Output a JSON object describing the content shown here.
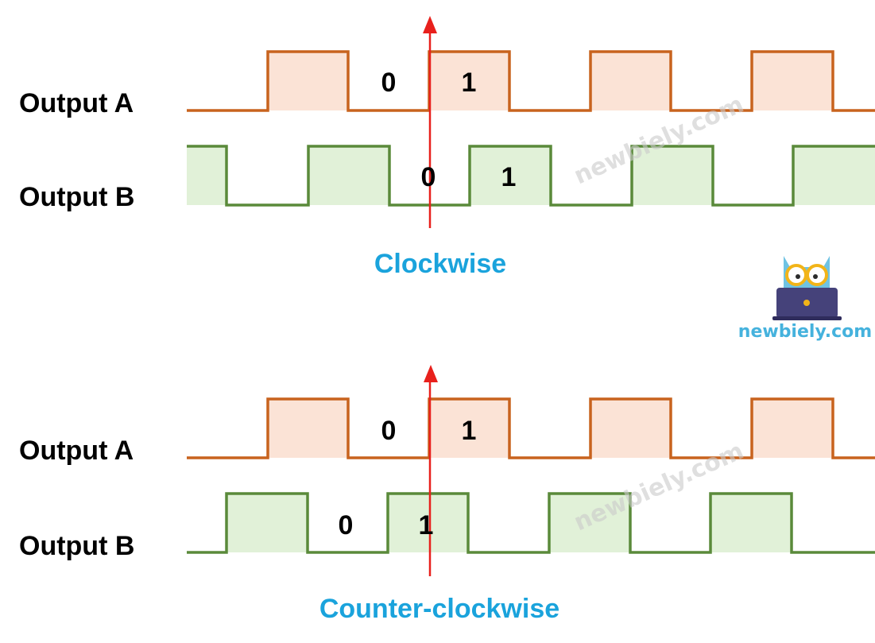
{
  "colors": {
    "output_a_line": "#c8631e",
    "output_a_fill": "#fbe3d6",
    "output_b_line": "#5a8a3a",
    "output_b_fill": "#e1f1d8",
    "marker": "#e8201c",
    "caption": "#1aa3dc",
    "watermark": "#c9c9c9",
    "logo_text": "#45b2dd"
  },
  "diagrams": [
    {
      "caption": "Clockwise",
      "signal_a_label": "Output A",
      "signal_b_label": "Output B",
      "a_before": "0",
      "a_after": "1",
      "b_before": "0",
      "b_after": "1"
    },
    {
      "caption": "Counter-clockwise",
      "signal_a_label": "Output A",
      "signal_b_label": "Output B",
      "a_before": "0",
      "a_after": "1",
      "b_before": "0",
      "b_after": "1"
    }
  ],
  "watermark": "newbiely.com",
  "logo": {
    "text": "newbiely.com",
    "icon": "owl-with-laptop-icon"
  }
}
